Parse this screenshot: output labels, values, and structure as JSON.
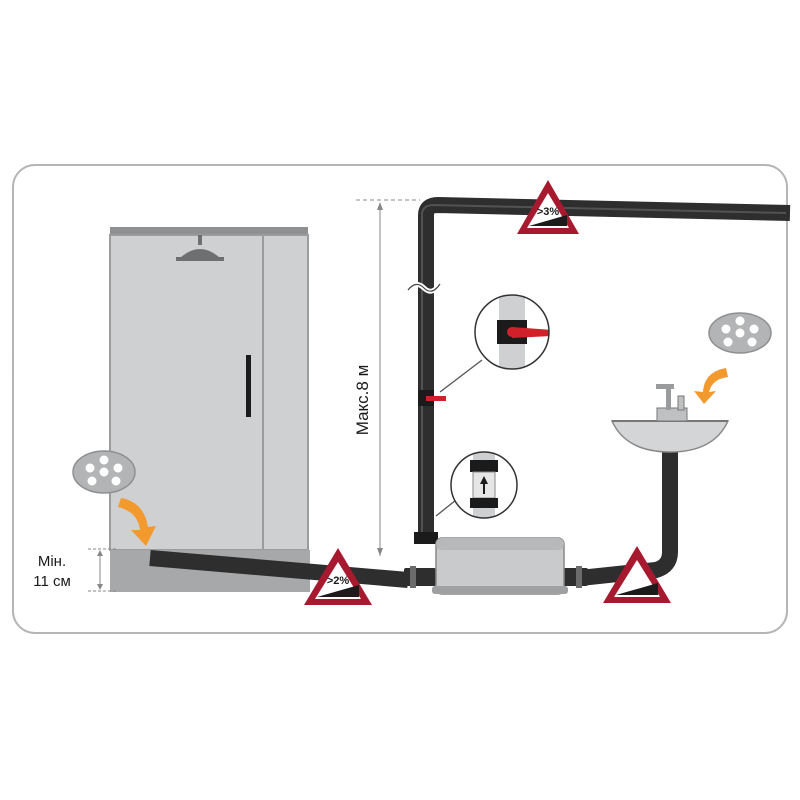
{
  "labels": {
    "max_height": "Макс.8 м",
    "min_height_line1": "Мін.",
    "min_height_line2": "11 см"
  },
  "slopes": {
    "vertical_top": ">3%",
    "shower_drain": ">2%",
    "sink_drain": ""
  },
  "colors": {
    "frame_border": "#b5b5b5",
    "pipe": "#2e2e2e",
    "pipe_light": "#8a8a8a",
    "cabin": "#cfd0d2",
    "cabin_frame": "#9b9c9e",
    "floor": "#a7a8aa",
    "warning_red": "#a6192e",
    "accent_orange": "#f29a2e",
    "valve_red": "#d0202a",
    "pump_body": "#c9cacb"
  }
}
